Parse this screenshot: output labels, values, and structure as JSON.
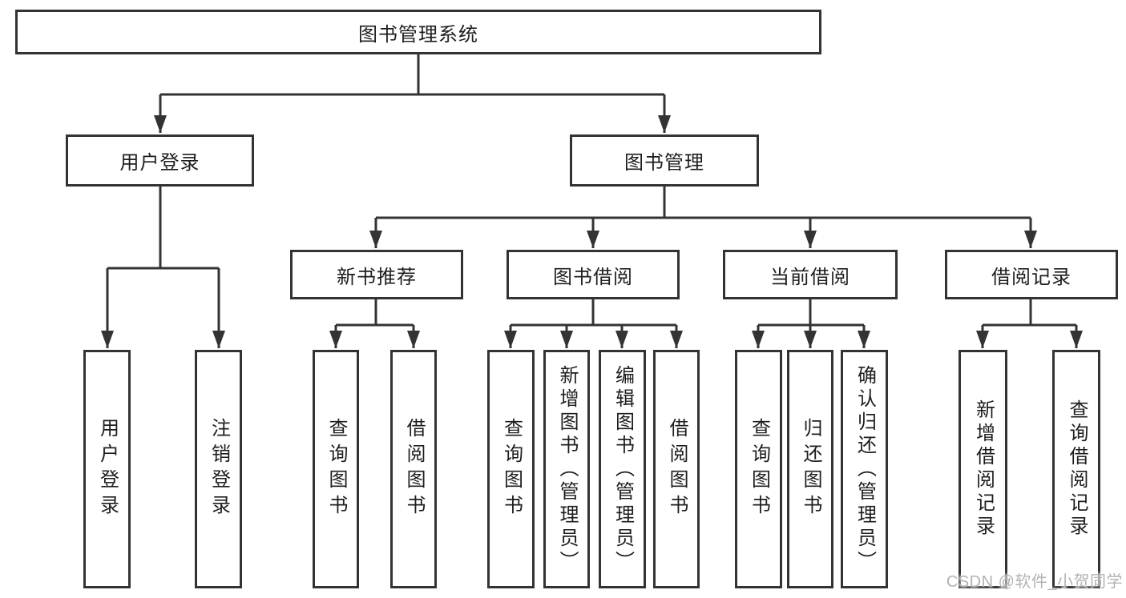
{
  "tree": {
    "root": {
      "label": "图书管理系统"
    },
    "branches": [
      {
        "label": "用户登录",
        "children": [
          {
            "label": "用户登录"
          },
          {
            "label": "注销登录"
          }
        ]
      },
      {
        "label": "图书管理",
        "sections": [
          {
            "label": "新书推荐",
            "children": [
              {
                "label": "查询图书"
              },
              {
                "label": "借阅图书"
              }
            ]
          },
          {
            "label": "图书借阅",
            "children": [
              {
                "label": "查询图书"
              },
              {
                "label": "新增图书（管理员）"
              },
              {
                "label": "编辑图书（管理员）"
              },
              {
                "label": "借阅图书"
              }
            ]
          },
          {
            "label": "当前借阅",
            "children": [
              {
                "label": "查询图书"
              },
              {
                "label": "归还图书"
              },
              {
                "label": "确认归还（管理员）"
              }
            ]
          },
          {
            "label": "借阅记录",
            "children": [
              {
                "label": "新增借阅记录"
              },
              {
                "label": "查询借阅记录"
              }
            ]
          }
        ]
      }
    ]
  },
  "watermark": {
    "text": "CSDN @软件_小贺同学"
  },
  "colors": {
    "line": "#333333",
    "box_border": "#333333",
    "text": "#1e1e1e",
    "background": "#ffffff",
    "watermark": "#b3b3b3"
  }
}
